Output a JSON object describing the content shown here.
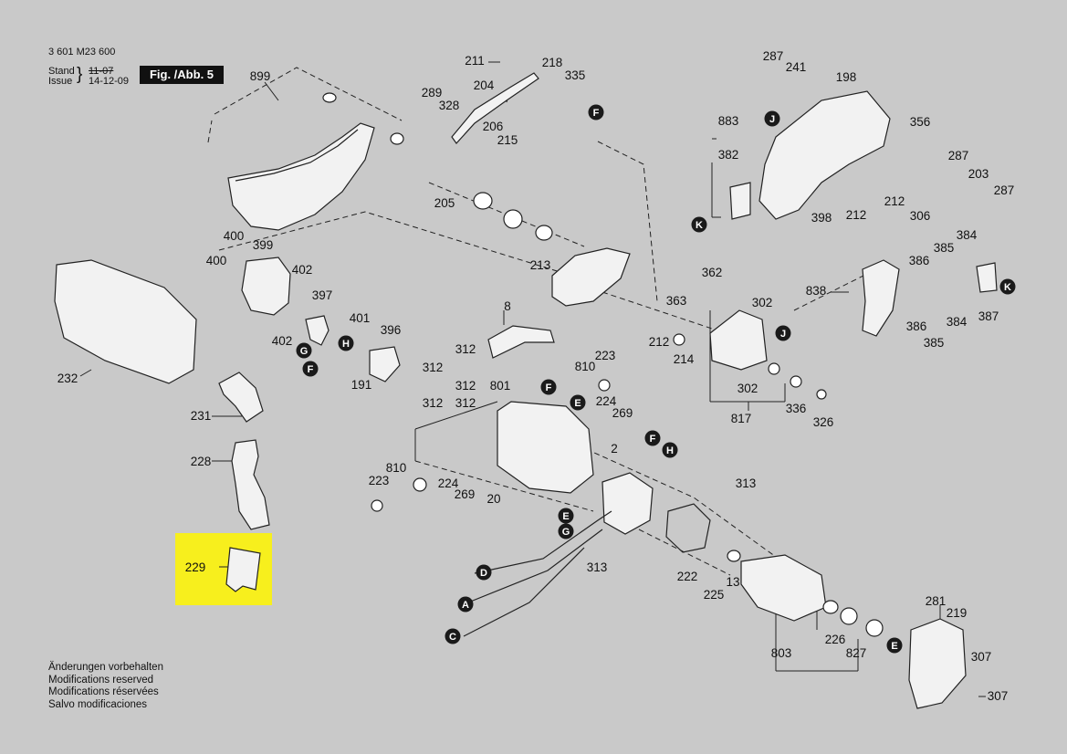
{
  "header": {
    "doc_number": "3 601 M23 600",
    "stand_label": "Stand",
    "issue_label": "Issue",
    "stand_date": "11-07",
    "issue_date": "14-12-09",
    "figure_label": "Fig. /Abb. 5"
  },
  "notes": [
    "Änderungen vorbehalten",
    "Modifications reserved",
    "Modifications réservées",
    "Salvo modificaciones"
  ],
  "highlight": {
    "part": "229",
    "color": "#f7ef1d"
  },
  "colors": {
    "background": "#c9c9c9",
    "ink": "#111111",
    "part_fill": "#f2f2f2"
  },
  "parts": [
    {
      "id": "p899",
      "text": "899"
    },
    {
      "id": "p211",
      "text": "211"
    },
    {
      "id": "p218",
      "text": "218"
    },
    {
      "id": "p335",
      "text": "335"
    },
    {
      "id": "p204",
      "text": "204"
    },
    {
      "id": "p289",
      "text": "289"
    },
    {
      "id": "p328",
      "text": "328"
    },
    {
      "id": "p206",
      "text": "206"
    },
    {
      "id": "p215",
      "text": "215"
    },
    {
      "id": "p205",
      "text": "205"
    },
    {
      "id": "p213",
      "text": "213"
    },
    {
      "id": "p287a",
      "text": "287"
    },
    {
      "id": "p241",
      "text": "241"
    },
    {
      "id": "p198",
      "text": "198"
    },
    {
      "id": "p883",
      "text": "883"
    },
    {
      "id": "p356",
      "text": "356"
    },
    {
      "id": "p382",
      "text": "382"
    },
    {
      "id": "p287b",
      "text": "287"
    },
    {
      "id": "p203",
      "text": "203"
    },
    {
      "id": "p287c",
      "text": "287"
    },
    {
      "id": "p212a",
      "text": "212"
    },
    {
      "id": "p398",
      "text": "398"
    },
    {
      "id": "p212b",
      "text": "212"
    },
    {
      "id": "p306",
      "text": "306"
    },
    {
      "id": "p400a",
      "text": "400"
    },
    {
      "id": "p399",
      "text": "399"
    },
    {
      "id": "p400b",
      "text": "400"
    },
    {
      "id": "p402a",
      "text": "402"
    },
    {
      "id": "p397",
      "text": "397"
    },
    {
      "id": "p402b",
      "text": "402"
    },
    {
      "id": "p401",
      "text": "401"
    },
    {
      "id": "p396",
      "text": "396"
    },
    {
      "id": "p191",
      "text": "191"
    },
    {
      "id": "p232",
      "text": "232"
    },
    {
      "id": "p231",
      "text": "231"
    },
    {
      "id": "p228",
      "text": "228"
    },
    {
      "id": "p229",
      "text": "229"
    },
    {
      "id": "p8",
      "text": "8"
    },
    {
      "id": "p312a",
      "text": "312"
    },
    {
      "id": "p312b",
      "text": "312"
    },
    {
      "id": "p312c",
      "text": "312"
    },
    {
      "id": "p312d",
      "text": "312"
    },
    {
      "id": "p312e",
      "text": "312"
    },
    {
      "id": "p801",
      "text": "801"
    },
    {
      "id": "p810a",
      "text": "810"
    },
    {
      "id": "p223a",
      "text": "223"
    },
    {
      "id": "p224a",
      "text": "224"
    },
    {
      "id": "p269a",
      "text": "269"
    },
    {
      "id": "p810b",
      "text": "810"
    },
    {
      "id": "p223b",
      "text": "223"
    },
    {
      "id": "p224b",
      "text": "224"
    },
    {
      "id": "p269b",
      "text": "269"
    },
    {
      "id": "p20",
      "text": "20"
    },
    {
      "id": "p2",
      "text": "2"
    },
    {
      "id": "p313a",
      "text": "313"
    },
    {
      "id": "p313b",
      "text": "313"
    },
    {
      "id": "p222",
      "text": "222"
    },
    {
      "id": "p225",
      "text": "225"
    },
    {
      "id": "p13",
      "text": "13"
    },
    {
      "id": "p803",
      "text": "803"
    },
    {
      "id": "p226",
      "text": "226"
    },
    {
      "id": "p827",
      "text": "827"
    },
    {
      "id": "p281",
      "text": "281"
    },
    {
      "id": "p219",
      "text": "219"
    },
    {
      "id": "p307a",
      "text": "307"
    },
    {
      "id": "p307b",
      "text": "307"
    },
    {
      "id": "p362",
      "text": "362"
    },
    {
      "id": "p363",
      "text": "363"
    },
    {
      "id": "p302a",
      "text": "302"
    },
    {
      "id": "p212c",
      "text": "212"
    },
    {
      "id": "p214",
      "text": "214"
    },
    {
      "id": "p302b",
      "text": "302"
    },
    {
      "id": "p336",
      "text": "336"
    },
    {
      "id": "p326",
      "text": "326"
    },
    {
      "id": "p817",
      "text": "817"
    },
    {
      "id": "p838",
      "text": "838"
    },
    {
      "id": "p385a",
      "text": "385"
    },
    {
      "id": "p384a",
      "text": "384"
    },
    {
      "id": "p386a",
      "text": "386"
    },
    {
      "id": "p386b",
      "text": "386"
    },
    {
      "id": "p384b",
      "text": "384"
    },
    {
      "id": "p385b",
      "text": "385"
    },
    {
      "id": "p387",
      "text": "387"
    }
  ],
  "callouts": [
    {
      "id": "cF1",
      "letter": "F"
    },
    {
      "id": "cJ1",
      "letter": "J"
    },
    {
      "id": "cK1",
      "letter": "K"
    },
    {
      "id": "cG1",
      "letter": "G"
    },
    {
      "id": "cH1",
      "letter": "H"
    },
    {
      "id": "cF2",
      "letter": "F"
    },
    {
      "id": "cF3",
      "letter": "F"
    },
    {
      "id": "cE1",
      "letter": "E"
    },
    {
      "id": "cF4",
      "letter": "F"
    },
    {
      "id": "cH2",
      "letter": "H"
    },
    {
      "id": "cE2",
      "letter": "E"
    },
    {
      "id": "cG2",
      "letter": "G"
    },
    {
      "id": "cD",
      "letter": "D"
    },
    {
      "id": "cA",
      "letter": "A"
    },
    {
      "id": "cC",
      "letter": "C"
    },
    {
      "id": "cE3",
      "letter": "E"
    },
    {
      "id": "cJ2",
      "letter": "J"
    },
    {
      "id": "cK2",
      "letter": "K"
    }
  ]
}
